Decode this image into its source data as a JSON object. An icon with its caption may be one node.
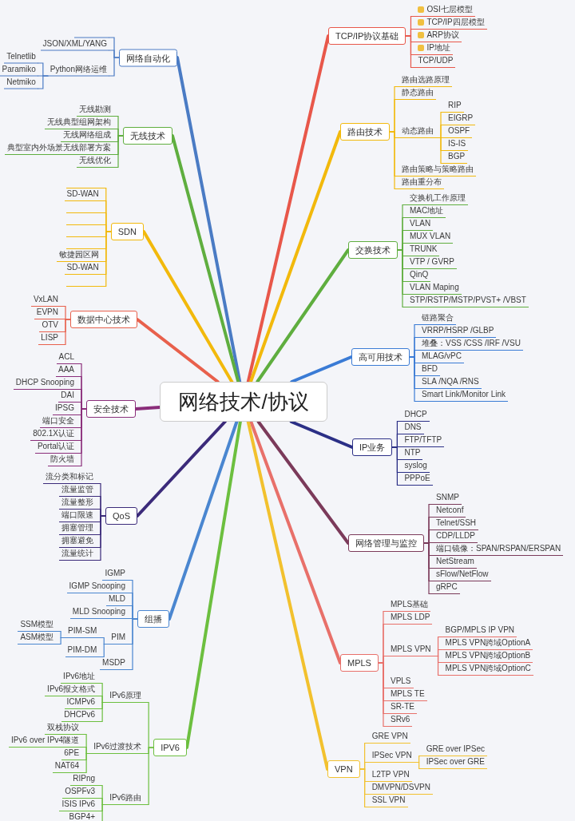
{
  "diagram": {
    "nodes": [
      {
        "text": [
          "网络技术/协议"
        ]
      },
      {
        "text": [
          "网络自动化"
        ]
      },
      {
        "text": [],
        "shape": "line"
      },
      {
        "text": [
          "JSON/XML/YANG"
        ]
      },
      {
        "text": [
          "Python网络运维"
        ]
      },
      {
        "text": [
          "Telnetlib"
        ]
      },
      {
        "text": [
          "Paramiko"
        ]
      },
      {
        "text": [
          "Netmiko"
        ]
      },
      {
        "text": [
          "无线技术"
        ]
      },
      {
        "text": [
          "无线勘测"
        ]
      },
      {
        "text": [
          "无线典型组网架构"
        ]
      },
      {
        "text": [
          "无线网络组成"
        ]
      },
      {
        "text": [
          "典型室内外场景无线部署方案"
        ]
      },
      {
        "text": [
          "无线优化"
        ]
      },
      {
        "text": [
          "SDN"
        ]
      },
      {
        "text": [],
        "shape": "line"
      },
      {
        "text": [
          "SD-WAN"
        ]
      },
      {
        "text": [],
        "shape": "line"
      },
      {
        "text": [],
        "shape": "line"
      },
      {
        "text": [],
        "shape": "line"
      },
      {
        "text": [],
        "shape": "line"
      },
      {
        "text": [
          "敏捷园区网"
        ]
      },
      {
        "text": [
          "SD-WAN"
        ]
      },
      {
        "text": [],
        "shape": "line"
      },
      {
        "text": [
          "数据中心技术"
        ]
      },
      {
        "text": [
          "VxLAN"
        ]
      },
      {
        "text": [
          "EVPN"
        ]
      },
      {
        "text": [
          "OTV"
        ]
      },
      {
        "text": [
          "LISP"
        ]
      },
      {
        "text": [
          "安全技术"
        ]
      },
      {
        "text": [
          "ACL"
        ]
      },
      {
        "text": [
          "AAA"
        ]
      },
      {
        "text": [
          "DHCP Snooping"
        ]
      },
      {
        "text": [
          "DAI"
        ]
      },
      {
        "text": [
          "IPSG"
        ]
      },
      {
        "text": [
          "端口安全"
        ]
      },
      {
        "text": [
          "802.1X认证"
        ]
      },
      {
        "text": [
          "Portal认证"
        ]
      },
      {
        "text": [
          "防火墙"
        ]
      },
      {
        "text": [
          "QoS"
        ]
      },
      {
        "text": [
          "流分类和标记"
        ]
      },
      {
        "text": [
          "流量监管"
        ]
      },
      {
        "text": [
          "流量整形"
        ]
      },
      {
        "text": [
          "端口限速"
        ]
      },
      {
        "text": [
          "拥塞管理"
        ]
      },
      {
        "text": [
          "拥塞避免"
        ]
      },
      {
        "text": [
          "流量统计"
        ]
      },
      {
        "text": [
          "组播"
        ]
      },
      {
        "text": [
          "IGMP"
        ]
      },
      {
        "text": [
          "IGMP Snooping"
        ]
      },
      {
        "text": [
          "MLD"
        ]
      },
      {
        "text": [
          "MLD Snooping"
        ]
      },
      {
        "text": [
          "PIM"
        ]
      },
      {
        "text": [
          "PIM-SM"
        ]
      },
      {
        "text": [
          "SSM模型"
        ]
      },
      {
        "text": [
          "ASM模型"
        ]
      },
      {
        "text": [
          "PIM-DM"
        ]
      },
      {
        "text": [
          "MSDP"
        ]
      },
      {
        "text": [
          "IPV6"
        ]
      },
      {
        "text": [
          "IPv6原理"
        ]
      },
      {
        "text": [
          "IPv6地址"
        ]
      },
      {
        "text": [
          "IPv6报文格式"
        ]
      },
      {
        "text": [
          "ICMPv6"
        ]
      },
      {
        "text": [
          "DHCPv6"
        ]
      },
      {
        "text": [
          "IPv6过渡技术"
        ]
      },
      {
        "text": [
          "双栈协议"
        ]
      },
      {
        "text": [
          "IPv6 over IPv4隧道"
        ]
      },
      {
        "text": [
          "6PE"
        ]
      },
      {
        "text": [
          "NAT64"
        ]
      },
      {
        "text": [
          "IPv6路由"
        ]
      },
      {
        "text": [
          "RIPng"
        ]
      },
      {
        "text": [
          "OSPFv3"
        ]
      },
      {
        "text": [
          "ISIS IPv6"
        ]
      },
      {
        "text": [
          "BGP4+"
        ]
      },
      {
        "text": [
          "TCP/IP协议基础"
        ]
      },
      {
        "text": [
          "OSI七层模型"
        ]
      },
      {
        "text": [
          "TCP/IP四层模型"
        ]
      },
      {
        "text": [
          "ARP协议"
        ]
      },
      {
        "text": [
          "IP地址"
        ]
      },
      {
        "text": [
          "TCP/UDP"
        ]
      },
      {
        "text": [
          "路由技术"
        ]
      },
      {
        "text": [
          "路由选路原理"
        ]
      },
      {
        "text": [
          "静态路由"
        ]
      },
      {
        "text": [
          "动态路由"
        ]
      },
      {
        "text": [
          "RIP"
        ]
      },
      {
        "text": [
          "EIGRP"
        ]
      },
      {
        "text": [
          "OSPF"
        ]
      },
      {
        "text": [
          "IS-IS"
        ]
      },
      {
        "text": [
          "BGP"
        ]
      },
      {
        "text": [
          "路由策略与策略路由"
        ]
      },
      {
        "text": [
          "路由重分布"
        ]
      },
      {
        "text": [
          "交换技术"
        ]
      },
      {
        "text": [
          "交换机工作原理"
        ]
      },
      {
        "text": [
          "MAC地址"
        ]
      },
      {
        "text": [
          "VLAN"
        ]
      },
      {
        "text": [
          "MUX VLAN"
        ]
      },
      {
        "text": [
          "TRUNK"
        ]
      },
      {
        "text": [
          "VTP / GVRP"
        ]
      },
      {
        "text": [
          "QinQ"
        ]
      },
      {
        "text": [
          "VLAN Maping"
        ]
      },
      {
        "text": [
          "STP/RSTP/MSTP/PVST+ /VBST"
        ]
      },
      {
        "text": [
          "高可用技术"
        ]
      },
      {
        "text": [
          "链路聚合"
        ]
      },
      {
        "text": [
          "VRRP/HSRP /GLBP"
        ]
      },
      {
        "text": [
          "堆叠：VSS /CSS /IRF /VSU"
        ]
      },
      {
        "text": [
          "MLAG/vPC"
        ]
      },
      {
        "text": [
          "BFD"
        ]
      },
      {
        "text": [
          "SLA /NQA /RNS"
        ]
      },
      {
        "text": [
          "Smart Link/Monitor Link"
        ]
      },
      {
        "text": [
          "IP业务"
        ]
      },
      {
        "text": [
          "DHCP"
        ]
      },
      {
        "text": [
          "DNS"
        ]
      },
      {
        "text": [
          "FTP/TFTP"
        ]
      },
      {
        "text": [
          "NTP"
        ]
      },
      {
        "text": [
          "syslog"
        ]
      },
      {
        "text": [
          "PPPoE"
        ]
      },
      {
        "text": [
          "网络管理与监控"
        ]
      },
      {
        "text": [
          "SNMP"
        ]
      },
      {
        "text": [
          "Netconf"
        ]
      },
      {
        "text": [
          "Telnet/SSH"
        ]
      },
      {
        "text": [
          "CDP/LLDP"
        ]
      },
      {
        "text": [
          "端口镜像：SPAN/RSPAN/ERSPAN"
        ]
      },
      {
        "text": [
          "NetStream"
        ]
      },
      {
        "text": [
          "sFlow/NetFlow"
        ]
      },
      {
        "text": [
          "gRPC"
        ]
      },
      {
        "text": [
          "MPLS"
        ]
      },
      {
        "text": [
          "MPLS基础"
        ]
      },
      {
        "text": [
          "MPLS LDP"
        ]
      },
      {
        "text": [
          "MPLS VPN"
        ]
      },
      {
        "text": [
          "BGP/MPLS IP VPN"
        ]
      },
      {
        "text": [
          "MPLS VPN跨域OptionA"
        ]
      },
      {
        "text": [
          "MPLS VPN跨域OptionB"
        ]
      },
      {
        "text": [
          "MPLS VPN跨域OptionC"
        ]
      },
      {
        "text": [
          "VPLS"
        ]
      },
      {
        "text": [
          "MPLS TE"
        ]
      },
      {
        "text": [
          "SR-TE"
        ]
      },
      {
        "text": [
          "SRv6"
        ]
      },
      {
        "text": [
          "VPN"
        ]
      },
      {
        "text": [
          "GRE VPN"
        ]
      },
      {
        "text": [
          "IPSec VPN"
        ]
      },
      {
        "text": [
          "GRE over IPSec"
        ]
      },
      {
        "text": [
          "IPSec over GRE"
        ]
      },
      {
        "text": [
          "L2TP VPN"
        ]
      },
      {
        "text": [
          "DMVPN/DSVPN"
        ]
      },
      {
        "text": [
          "SSL VPN"
        ]
      }
    ],
    "edges": [
      {
        "from": 0,
        "to": 1,
        "arrow": "none",
        "style": "thick",
        "color": "#4a7bc4"
      },
      {
        "from": 0,
        "to": 8,
        "arrow": "none",
        "style": "thick",
        "color": "#5fae3f"
      },
      {
        "from": 0,
        "to": 14,
        "arrow": "none",
        "style": "thick",
        "color": "#f2b90c"
      },
      {
        "from": 0,
        "to": 24,
        "arrow": "none",
        "style": "thick",
        "color": "#e8604c"
      },
      {
        "from": 0,
        "to": 29,
        "arrow": "none",
        "style": "thick",
        "color": "#8a2d7a"
      },
      {
        "from": 0,
        "to": 39,
        "arrow": "none",
        "style": "thick",
        "color": "#3b2a7a"
      },
      {
        "from": 0,
        "to": 47,
        "arrow": "none",
        "style": "thick",
        "color": "#4a86d0"
      },
      {
        "from": 0,
        "to": 58,
        "arrow": "none",
        "style": "thick",
        "color": "#6cbf3f"
      },
      {
        "from": 0,
        "to": 74,
        "arrow": "none",
        "style": "thick",
        "color": "#e8574a"
      },
      {
        "from": 0,
        "to": 80,
        "arrow": "none",
        "style": "thick",
        "color": "#f2b90c"
      },
      {
        "from": 0,
        "to": 91,
        "arrow": "none",
        "style": "thick",
        "color": "#5fae3f"
      },
      {
        "from": 0,
        "to": 101,
        "arrow": "none",
        "style": "thick",
        "color": "#3a7bd5"
      },
      {
        "from": 0,
        "to": 109,
        "arrow": "none",
        "style": "thick",
        "color": "#2b2f86"
      },
      {
        "from": 0,
        "to": 116,
        "arrow": "none",
        "style": "thick",
        "color": "#7b3a5a"
      },
      {
        "from": 0,
        "to": 125,
        "arrow": "none",
        "style": "thick",
        "color": "#e8706a"
      },
      {
        "from": 0,
        "to": 137,
        "arrow": "none",
        "style": "thick",
        "color": "#f2c12e"
      },
      {
        "from": 1,
        "to": 2,
        "arrow": "none",
        "color": "#4a7bc4"
      },
      {
        "from": 1,
        "to": 3,
        "arrow": "none",
        "color": "#4a7bc4"
      },
      {
        "from": 1,
        "to": 4,
        "arrow": "none",
        "color": "#4a7bc4"
      },
      {
        "from": 4,
        "to": 5,
        "arrow": "none",
        "color": "#4a7bc4"
      },
      {
        "from": 4,
        "to": 6,
        "arrow": "none",
        "color": "#4a7bc4"
      },
      {
        "from": 4,
        "to": 7,
        "arrow": "none",
        "color": "#4a7bc4"
      },
      {
        "from": 8,
        "to": 9,
        "arrow": "none",
        "color": "#5fae3f"
      },
      {
        "from": 8,
        "to": 10,
        "arrow": "none",
        "color": "#5fae3f"
      },
      {
        "from": 8,
        "to": 11,
        "arrow": "none",
        "color": "#5fae3f"
      },
      {
        "from": 8,
        "to": 12,
        "arrow": "none",
        "color": "#5fae3f"
      },
      {
        "from": 8,
        "to": 13,
        "arrow": "none",
        "color": "#5fae3f"
      },
      {
        "from": 14,
        "to": 15,
        "arrow": "none",
        "color": "#f2b90c"
      },
      {
        "from": 14,
        "to": 16,
        "arrow": "none",
        "color": "#f2b90c"
      },
      {
        "from": 14,
        "to": 17,
        "arrow": "none",
        "color": "#f2b90c"
      },
      {
        "from": 14,
        "to": 18,
        "arrow": "none",
        "color": "#f2b90c"
      },
      {
        "from": 14,
        "to": 19,
        "arrow": "none",
        "color": "#f2b90c"
      },
      {
        "from": 14,
        "to": 20,
        "arrow": "none",
        "color": "#f2b90c"
      },
      {
        "from": 14,
        "to": 21,
        "arrow": "none",
        "color": "#f2b90c"
      },
      {
        "from": 14,
        "to": 22,
        "arrow": "none",
        "color": "#f2b90c"
      },
      {
        "from": 14,
        "to": 23,
        "arrow": "none",
        "color": "#f2b90c"
      },
      {
        "from": 24,
        "to": 25,
        "arrow": "none",
        "color": "#e8604c"
      },
      {
        "from": 24,
        "to": 26,
        "arrow": "none",
        "color": "#e8604c"
      },
      {
        "from": 24,
        "to": 27,
        "arrow": "none",
        "color": "#e8604c"
      },
      {
        "from": 24,
        "to": 28,
        "arrow": "none",
        "color": "#e8604c"
      },
      {
        "from": 29,
        "to": 30,
        "arrow": "none",
        "color": "#8a2d7a"
      },
      {
        "from": 29,
        "to": 31,
        "arrow": "none",
        "color": "#8a2d7a"
      },
      {
        "from": 29,
        "to": 32,
        "arrow": "none",
        "color": "#8a2d7a"
      },
      {
        "from": 29,
        "to": 33,
        "arrow": "none",
        "color": "#8a2d7a"
      },
      {
        "from": 29,
        "to": 34,
        "arrow": "none",
        "color": "#8a2d7a"
      },
      {
        "from": 29,
        "to": 35,
        "arrow": "none",
        "color": "#8a2d7a"
      },
      {
        "from": 29,
        "to": 36,
        "arrow": "none",
        "color": "#8a2d7a"
      },
      {
        "from": 29,
        "to": 37,
        "arrow": "none",
        "color": "#8a2d7a"
      },
      {
        "from": 29,
        "to": 38,
        "arrow": "none",
        "color": "#8a2d7a"
      },
      {
        "from": 39,
        "to": 40,
        "arrow": "none",
        "color": "#3b2a7a"
      },
      {
        "from": 39,
        "to": 41,
        "arrow": "none",
        "color": "#3b2a7a"
      },
      {
        "from": 39,
        "to": 42,
        "arrow": "none",
        "color": "#3b2a7a"
      },
      {
        "from": 39,
        "to": 43,
        "arrow": "none",
        "color": "#3b2a7a"
      },
      {
        "from": 39,
        "to": 44,
        "arrow": "none",
        "color": "#3b2a7a"
      },
      {
        "from": 39,
        "to": 45,
        "arrow": "none",
        "color": "#3b2a7a"
      },
      {
        "from": 39,
        "to": 46,
        "arrow": "none",
        "color": "#3b2a7a"
      },
      {
        "from": 47,
        "to": 48,
        "arrow": "none",
        "color": "#4a86d0"
      },
      {
        "from": 47,
        "to": 49,
        "arrow": "none",
        "color": "#4a86d0"
      },
      {
        "from": 47,
        "to": 50,
        "arrow": "none",
        "color": "#4a86d0"
      },
      {
        "from": 47,
        "to": 51,
        "arrow": "none",
        "color": "#4a86d0"
      },
      {
        "from": 47,
        "to": 52,
        "arrow": "none",
        "color": "#4a86d0"
      },
      {
        "from": 52,
        "to": 53,
        "arrow": "none",
        "color": "#4a86d0"
      },
      {
        "from": 53,
        "to": 54,
        "arrow": "none",
        "color": "#4a86d0"
      },
      {
        "from": 53,
        "to": 55,
        "arrow": "none",
        "color": "#4a86d0"
      },
      {
        "from": 52,
        "to": 56,
        "arrow": "none",
        "color": "#4a86d0"
      },
      {
        "from": 47,
        "to": 57,
        "arrow": "none",
        "color": "#4a86d0"
      },
      {
        "from": 58,
        "to": 59,
        "arrow": "none",
        "color": "#6cbf3f"
      },
      {
        "from": 59,
        "to": 60,
        "arrow": "none",
        "color": "#6cbf3f"
      },
      {
        "from": 59,
        "to": 61,
        "arrow": "none",
        "color": "#6cbf3f"
      },
      {
        "from": 59,
        "to": 62,
        "arrow": "none",
        "color": "#6cbf3f"
      },
      {
        "from": 59,
        "to": 63,
        "arrow": "none",
        "color": "#6cbf3f"
      },
      {
        "from": 58,
        "to": 64,
        "arrow": "none",
        "color": "#6cbf3f"
      },
      {
        "from": 64,
        "to": 65,
        "arrow": "none",
        "color": "#6cbf3f"
      },
      {
        "from": 64,
        "to": 66,
        "arrow": "none",
        "color": "#6cbf3f"
      },
      {
        "from": 64,
        "to": 67,
        "arrow": "none",
        "color": "#6cbf3f"
      },
      {
        "from": 64,
        "to": 68,
        "arrow": "none",
        "color": "#6cbf3f"
      },
      {
        "from": 58,
        "to": 69,
        "arrow": "none",
        "color": "#6cbf3f"
      },
      {
        "from": 69,
        "to": 70,
        "arrow": "none",
        "color": "#6cbf3f"
      },
      {
        "from": 69,
        "to": 71,
        "arrow": "none",
        "color": "#6cbf3f"
      },
      {
        "from": 69,
        "to": 72,
        "arrow": "none",
        "color": "#6cbf3f"
      },
      {
        "from": 69,
        "to": 73,
        "arrow": "none",
        "color": "#6cbf3f"
      },
      {
        "from": 74,
        "to": 75,
        "arrow": "none",
        "color": "#e8574a"
      },
      {
        "from": 74,
        "to": 76,
        "arrow": "none",
        "color": "#e8574a"
      },
      {
        "from": 74,
        "to": 77,
        "arrow": "none",
        "color": "#e8574a"
      },
      {
        "from": 74,
        "to": 78,
        "arrow": "none",
        "color": "#e8574a"
      },
      {
        "from": 74,
        "to": 79,
        "arrow": "none",
        "color": "#e8574a"
      },
      {
        "from": 80,
        "to": 81,
        "arrow": "none",
        "color": "#f2b90c"
      },
      {
        "from": 80,
        "to": 82,
        "arrow": "none",
        "color": "#f2b90c"
      },
      {
        "from": 80,
        "to": 83,
        "arrow": "none",
        "color": "#f2b90c"
      },
      {
        "from": 83,
        "to": 84,
        "arrow": "none",
        "color": "#f2b90c"
      },
      {
        "from": 83,
        "to": 85,
        "arrow": "none",
        "color": "#f2b90c"
      },
      {
        "from": 83,
        "to": 86,
        "arrow": "none",
        "color": "#f2b90c"
      },
      {
        "from": 83,
        "to": 87,
        "arrow": "none",
        "color": "#f2b90c"
      },
      {
        "from": 83,
        "to": 88,
        "arrow": "none",
        "color": "#f2b90c"
      },
      {
        "from": 80,
        "to": 89,
        "arrow": "none",
        "color": "#f2b90c"
      },
      {
        "from": 80,
        "to": 90,
        "arrow": "none",
        "color": "#f2b90c"
      },
      {
        "from": 91,
        "to": 92,
        "arrow": "none",
        "color": "#5fae3f"
      },
      {
        "from": 91,
        "to": 93,
        "arrow": "none",
        "color": "#5fae3f"
      },
      {
        "from": 91,
        "to": 94,
        "arrow": "none",
        "color": "#5fae3f"
      },
      {
        "from": 91,
        "to": 95,
        "arrow": "none",
        "color": "#5fae3f"
      },
      {
        "from": 91,
        "to": 96,
        "arrow": "none",
        "color": "#5fae3f"
      },
      {
        "from": 91,
        "to": 97,
        "arrow": "none",
        "color": "#5fae3f"
      },
      {
        "from": 91,
        "to": 98,
        "arrow": "none",
        "color": "#5fae3f"
      },
      {
        "from": 91,
        "to": 99,
        "arrow": "none",
        "color": "#5fae3f"
      },
      {
        "from": 91,
        "to": 100,
        "arrow": "none",
        "color": "#5fae3f"
      },
      {
        "from": 101,
        "to": 102,
        "arrow": "none",
        "color": "#3a7bd5"
      },
      {
        "from": 101,
        "to": 103,
        "arrow": "none",
        "color": "#3a7bd5"
      },
      {
        "from": 101,
        "to": 104,
        "arrow": "none",
        "color": "#3a7bd5"
      },
      {
        "from": 101,
        "to": 105,
        "arrow": "none",
        "color": "#3a7bd5"
      },
      {
        "from": 101,
        "to": 106,
        "arrow": "none",
        "color": "#3a7bd5"
      },
      {
        "from": 101,
        "to": 107,
        "arrow": "none",
        "color": "#3a7bd5"
      },
      {
        "from": 101,
        "to": 108,
        "arrow": "none",
        "color": "#3a7bd5"
      },
      {
        "from": 109,
        "to": 110,
        "arrow": "none",
        "color": "#2b2f86"
      },
      {
        "from": 109,
        "to": 111,
        "arrow": "none",
        "color": "#2b2f86"
      },
      {
        "from": 109,
        "to": 112,
        "arrow": "none",
        "color": "#2b2f86"
      },
      {
        "from": 109,
        "to": 113,
        "arrow": "none",
        "color": "#2b2f86"
      },
      {
        "from": 109,
        "to": 114,
        "arrow": "none",
        "color": "#2b2f86"
      },
      {
        "from": 109,
        "to": 115,
        "arrow": "none",
        "color": "#2b2f86"
      },
      {
        "from": 116,
        "to": 117,
        "arrow": "none",
        "color": "#7b3a5a"
      },
      {
        "from": 116,
        "to": 118,
        "arrow": "none",
        "color": "#7b3a5a"
      },
      {
        "from": 116,
        "to": 119,
        "arrow": "none",
        "color": "#7b3a5a"
      },
      {
        "from": 116,
        "to": 120,
        "arrow": "none",
        "color": "#7b3a5a"
      },
      {
        "from": 116,
        "to": 121,
        "arrow": "none",
        "color": "#7b3a5a"
      },
      {
        "from": 116,
        "to": 122,
        "arrow": "none",
        "color": "#7b3a5a"
      },
      {
        "from": 116,
        "to": 123,
        "arrow": "none",
        "color": "#7b3a5a"
      },
      {
        "from": 116,
        "to": 124,
        "arrow": "none",
        "color": "#7b3a5a"
      },
      {
        "from": 125,
        "to": 126,
        "arrow": "none",
        "color": "#e8706a"
      },
      {
        "from": 125,
        "to": 127,
        "arrow": "none",
        "color": "#e8706a"
      },
      {
        "from": 125,
        "to": 128,
        "arrow": "none",
        "color": "#e8706a"
      },
      {
        "from": 128,
        "to": 129,
        "arrow": "none",
        "color": "#e8706a"
      },
      {
        "from": 128,
        "to": 130,
        "arrow": "none",
        "color": "#e8706a"
      },
      {
        "from": 128,
        "to": 131,
        "arrow": "none",
        "color": "#e8706a"
      },
      {
        "from": 128,
        "to": 132,
        "arrow": "none",
        "color": "#e8706a"
      },
      {
        "from": 125,
        "to": 133,
        "arrow": "none",
        "color": "#e8706a"
      },
      {
        "from": 125,
        "to": 134,
        "arrow": "none",
        "color": "#e8706a"
      },
      {
        "from": 125,
        "to": 135,
        "arrow": "none",
        "color": "#e8706a"
      },
      {
        "from": 125,
        "to": 136,
        "arrow": "none",
        "color": "#e8706a"
      },
      {
        "from": 137,
        "to": 138,
        "arrow": "none",
        "color": "#f2c12e"
      },
      {
        "from": 137,
        "to": 139,
        "arrow": "none",
        "color": "#f2c12e"
      },
      {
        "from": 139,
        "to": 140,
        "arrow": "none",
        "color": "#f2c12e"
      },
      {
        "from": 139,
        "to": 141,
        "arrow": "none",
        "color": "#f2c12e"
      },
      {
        "from": 137,
        "to": 142,
        "arrow": "none",
        "color": "#f2c12e"
      },
      {
        "from": 137,
        "to": 143,
        "arrow": "none",
        "color": "#f2c12e"
      },
      {
        "from": 137,
        "to": 144,
        "arrow": "none",
        "color": "#f2c12e"
      }
    ]
  }
}
